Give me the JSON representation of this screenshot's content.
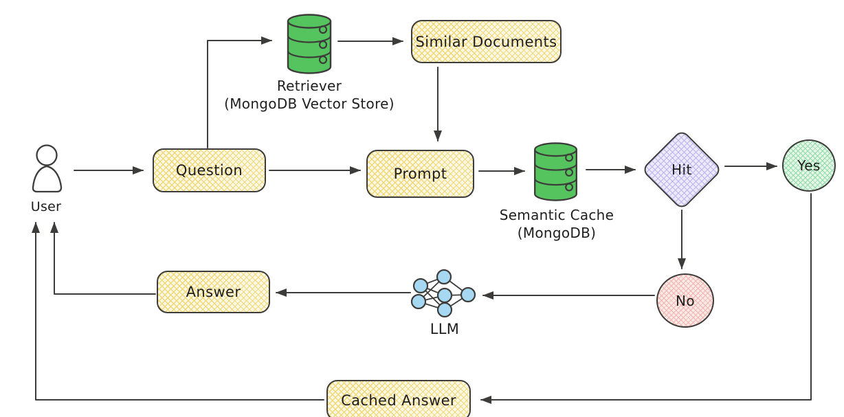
{
  "nodes": {
    "user": {
      "label": "User"
    },
    "question": {
      "label": "Question"
    },
    "retriever": {
      "label": "Retriever",
      "sublabel": "(MongoDB Vector Store)"
    },
    "similar_documents": {
      "label": "Similar Documents"
    },
    "prompt": {
      "label": "Prompt"
    },
    "semantic_cache": {
      "label": "Semantic Cache",
      "sublabel": "(MongoDB)"
    },
    "hit": {
      "label": "Hit"
    },
    "yes": {
      "label": "Yes"
    },
    "no": {
      "label": "No"
    },
    "llm": {
      "label": "LLM"
    },
    "answer": {
      "label": "Answer"
    },
    "cached_answer": {
      "label": "Cached Answer"
    }
  },
  "icons": {
    "user": "person-silhouette",
    "retriever": "database-cylinder",
    "semantic_cache": "database-cylinder",
    "llm": "neural-network"
  },
  "edges": [
    {
      "from": "user",
      "to": "question"
    },
    {
      "from": "question",
      "to": "retriever"
    },
    {
      "from": "retriever",
      "to": "similar_documents"
    },
    {
      "from": "similar_documents",
      "to": "prompt"
    },
    {
      "from": "question",
      "to": "prompt"
    },
    {
      "from": "prompt",
      "to": "semantic_cache"
    },
    {
      "from": "semantic_cache",
      "to": "hit"
    },
    {
      "from": "hit",
      "to": "yes"
    },
    {
      "from": "hit",
      "to": "no"
    },
    {
      "from": "no",
      "to": "llm"
    },
    {
      "from": "llm",
      "to": "answer"
    },
    {
      "from": "answer",
      "to": "user"
    },
    {
      "from": "yes",
      "to": "cached_answer"
    },
    {
      "from": "cached_answer",
      "to": "user"
    }
  ],
  "colors": {
    "canvas_bg": "#ffffff",
    "outline": "#3d3c3a",
    "arrow": "#3d3c3a",
    "text": "#1f1e1d",
    "box_fill": "#fdf8e4",
    "box_hatch": "#f0d878",
    "db_green": "#55c45e",
    "diamond_fill": "#edeafb",
    "diamond_hatch": "#bdb3f0",
    "yes_fill": "#e6f7ea",
    "yes_hatch": "#8fdca6",
    "no_fill": "#fceae8",
    "no_hatch": "#f2b3ad",
    "llm_node_fill": "#a7d8f2"
  }
}
